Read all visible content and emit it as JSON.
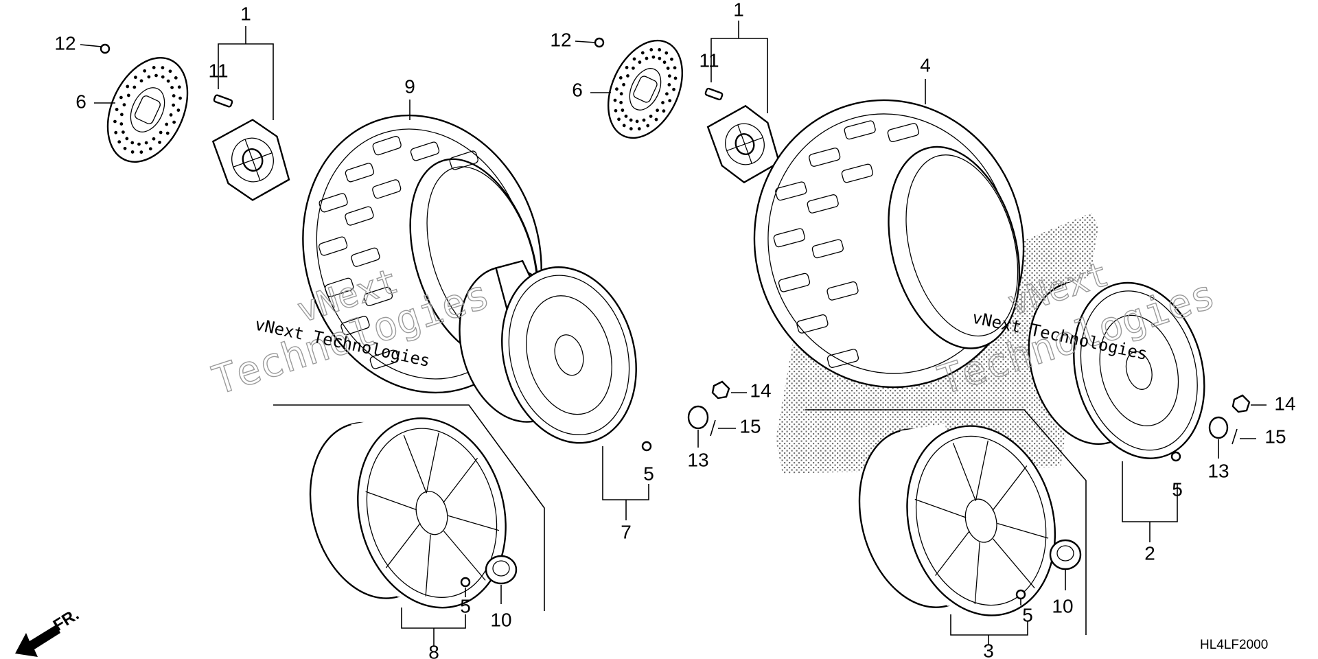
{
  "diagram_code": "HL4LF2000",
  "direction_label": "FR.",
  "watermarks": [
    "vNext",
    "Technologies",
    "vNext Technologies",
    "vNext",
    "Technologies",
    "vNext Technologies"
  ],
  "callouts": {
    "c1a": "1",
    "c1b": "1",
    "c2": "2",
    "c3": "3",
    "c4": "4",
    "c5a": "5",
    "c5b": "5",
    "c5c": "5",
    "c5d": "5",
    "c6a": "6",
    "c6b": "6",
    "c7": "7",
    "c8": "8",
    "c9": "9",
    "c10a": "10",
    "c10b": "10",
    "c11a": "11",
    "c11b": "11",
    "c12a": "12",
    "c12b": "12",
    "c13a": "13",
    "c13b": "13",
    "c14a": "14",
    "c14b": "14",
    "c15a": "15",
    "c15b": "15"
  }
}
